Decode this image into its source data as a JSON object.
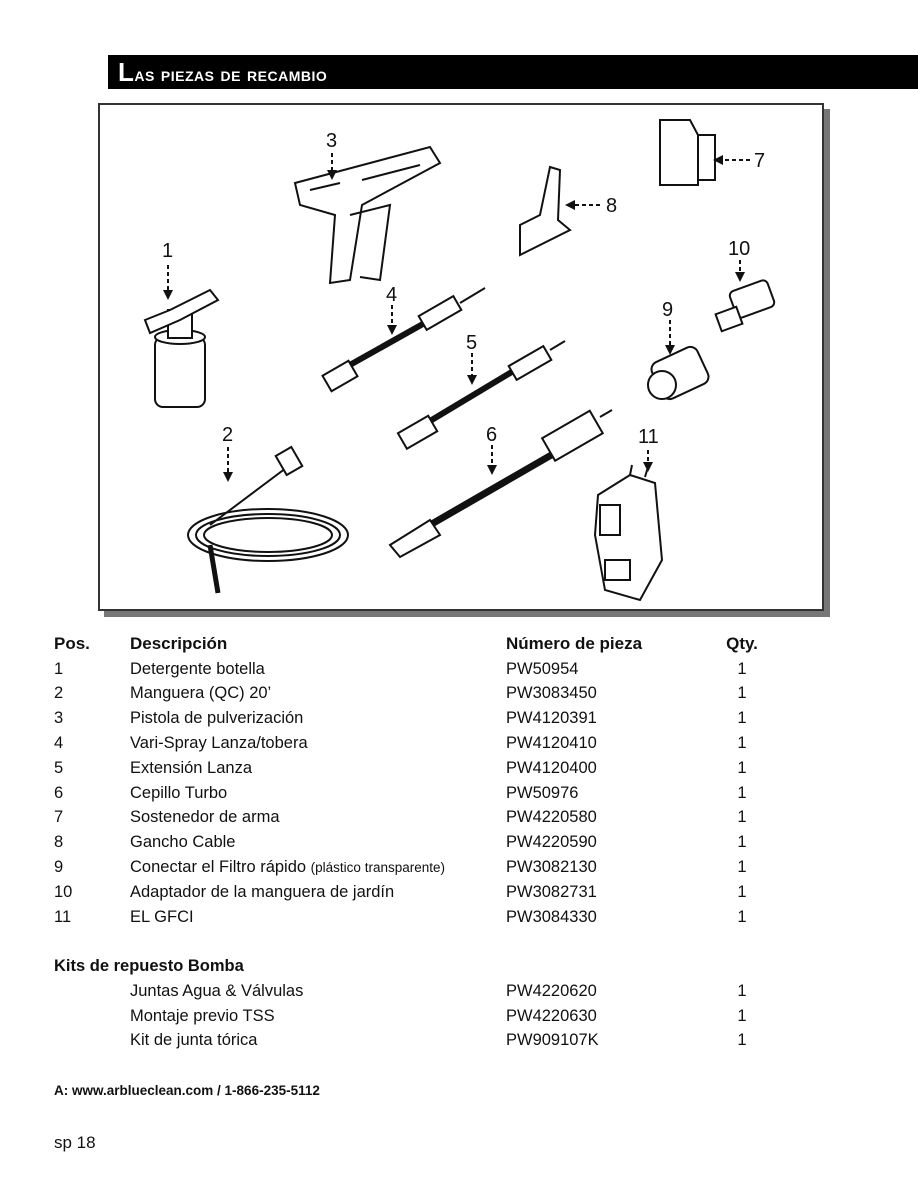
{
  "section_title": {
    "first_letter": "L",
    "rest": "as piezas de recambio"
  },
  "diagram": {
    "callouts": [
      "1",
      "2",
      "3",
      "4",
      "5",
      "6",
      "7",
      "8",
      "9",
      "10",
      "11"
    ]
  },
  "table": {
    "headers": {
      "pos": "Pos.",
      "desc": "Descripción",
      "part": "Número de pieza",
      "qty": "Qty."
    },
    "rows": [
      {
        "pos": "1",
        "desc": "Detergente botella",
        "note": "",
        "part": "PW50954",
        "qty": "1"
      },
      {
        "pos": "2",
        "desc": "Manguera (QC) 20’",
        "note": "",
        "part": "PW3083450",
        "qty": "1"
      },
      {
        "pos": "3",
        "desc": "Pistola de pulverización",
        "note": "",
        "part": "PW4120391",
        "qty": "1"
      },
      {
        "pos": "4",
        "desc": "Vari-Spray Lanza/tobera",
        "note": "",
        "part": "PW4120410",
        "qty": "1"
      },
      {
        "pos": "5",
        "desc": "Extensión Lanza",
        "note": "",
        "part": "PW4120400",
        "qty": "1"
      },
      {
        "pos": "6",
        "desc": "Cepillo Turbo",
        "note": "",
        "part": "PW50976",
        "qty": "1"
      },
      {
        "pos": "7",
        "desc": "Sostenedor de arma",
        "note": "",
        "part": "PW4220580",
        "qty": "1"
      },
      {
        "pos": "8",
        "desc": "Gancho Cable",
        "note": "",
        "part": "PW4220590",
        "qty": "1"
      },
      {
        "pos": "9",
        "desc": "Conectar el Filtro rápido ",
        "note": "(plástico transparente)",
        "part": "PW3082130",
        "qty": "1"
      },
      {
        "pos": "10",
        "desc": "Adaptador de la manguera de jardín",
        "note": "",
        "part": "PW3082731",
        "qty": "1"
      },
      {
        "pos": "11",
        "desc": "EL GFCI",
        "note": "",
        "part": "PW3084330",
        "qty": "1"
      }
    ]
  },
  "kits": {
    "title": "Kits de repuesto Bomba",
    "rows": [
      {
        "desc": "Juntas Agua & Válvulas",
        "part": "PW4220620",
        "qty": "1"
      },
      {
        "desc": "Montaje previo TSS",
        "part": "PW4220630",
        "qty": "1"
      },
      {
        "desc": "Kit de junta tórica",
        "part": "PW909107K",
        "qty": "1"
      }
    ]
  },
  "contact": "A:  www.arblueclean.com  / 1-866-235-5112",
  "page_number": "sp 18"
}
